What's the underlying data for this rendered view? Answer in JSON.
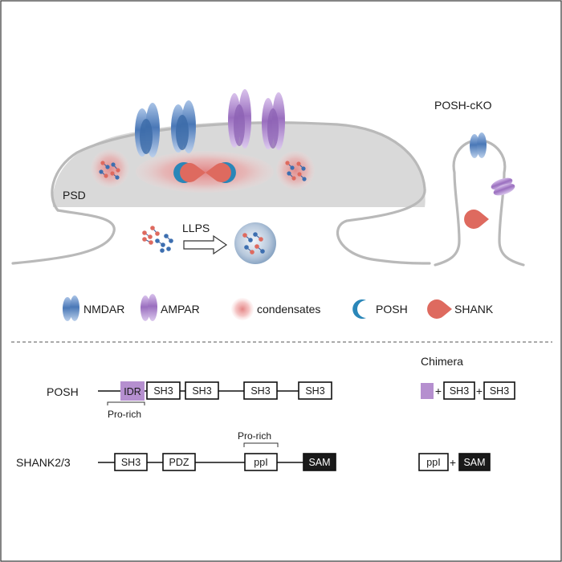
{
  "top": {
    "psd_label": "PSD",
    "llps_label": "LLPS",
    "cko_label": "POSH-cKO"
  },
  "legend": [
    {
      "label": "NMDAR",
      "icon": "nmdar-icon"
    },
    {
      "label": "AMPAR",
      "icon": "ampar-icon"
    },
    {
      "label": "condensates",
      "icon": "condensate-icon"
    },
    {
      "label": "POSH",
      "icon": "posh-icon"
    },
    {
      "label": "SHANK",
      "icon": "shank-icon"
    }
  ],
  "domains": {
    "posh_label": "POSH",
    "shank_label": "SHANK2/3",
    "chimera_label": "Chimera",
    "pro_rich_label": "Pro-rich",
    "idr": "IDR",
    "sh3": "SH3",
    "pdz": "PDZ",
    "ppi": "ppI",
    "sam": "SAM",
    "plus": "+"
  },
  "colors": {
    "nmdar": "#3d6fb0",
    "ampar": "#9a6fbf",
    "condensate": "#e08a8a",
    "posh": "#2a86b8",
    "shank": "#de6a5f",
    "idr": "#b58fcf",
    "membrane": "#b9b9b9",
    "psd_fill": "#d9d9d9"
  }
}
